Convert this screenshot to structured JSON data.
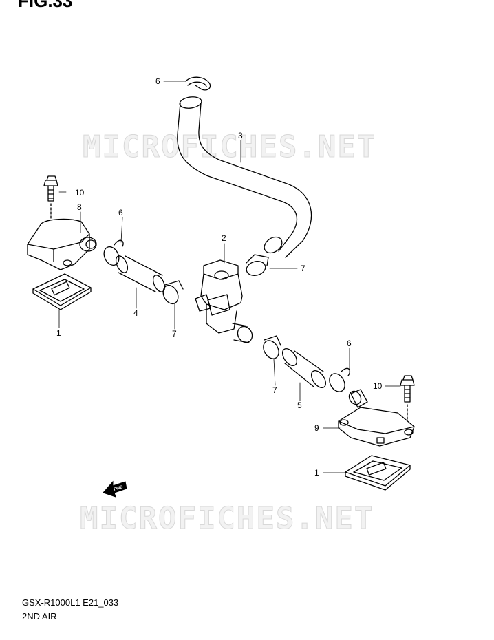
{
  "figure": {
    "label": "FIG.33"
  },
  "watermark": {
    "text": "MICROFICHES.NET"
  },
  "footer": {
    "model_code": "GSX-R1000L1 E21_033",
    "title": "2ND AIR"
  },
  "fwd": {
    "text": "FWD"
  },
  "callouts": {
    "c6a": "6",
    "c3": "3",
    "c10a": "10",
    "c8": "8",
    "c6b": "6",
    "c2": "2",
    "c7a": "7",
    "c4": "4",
    "c7b": "7",
    "c1a": "1",
    "c6c": "6",
    "c10b": "10",
    "c7c": "7",
    "c5": "5",
    "c9": "9",
    "c1b": "1"
  },
  "colors": {
    "line": "#000000",
    "watermark_fill": "#f2f2f2",
    "watermark_stroke": "#d8d8d8"
  }
}
